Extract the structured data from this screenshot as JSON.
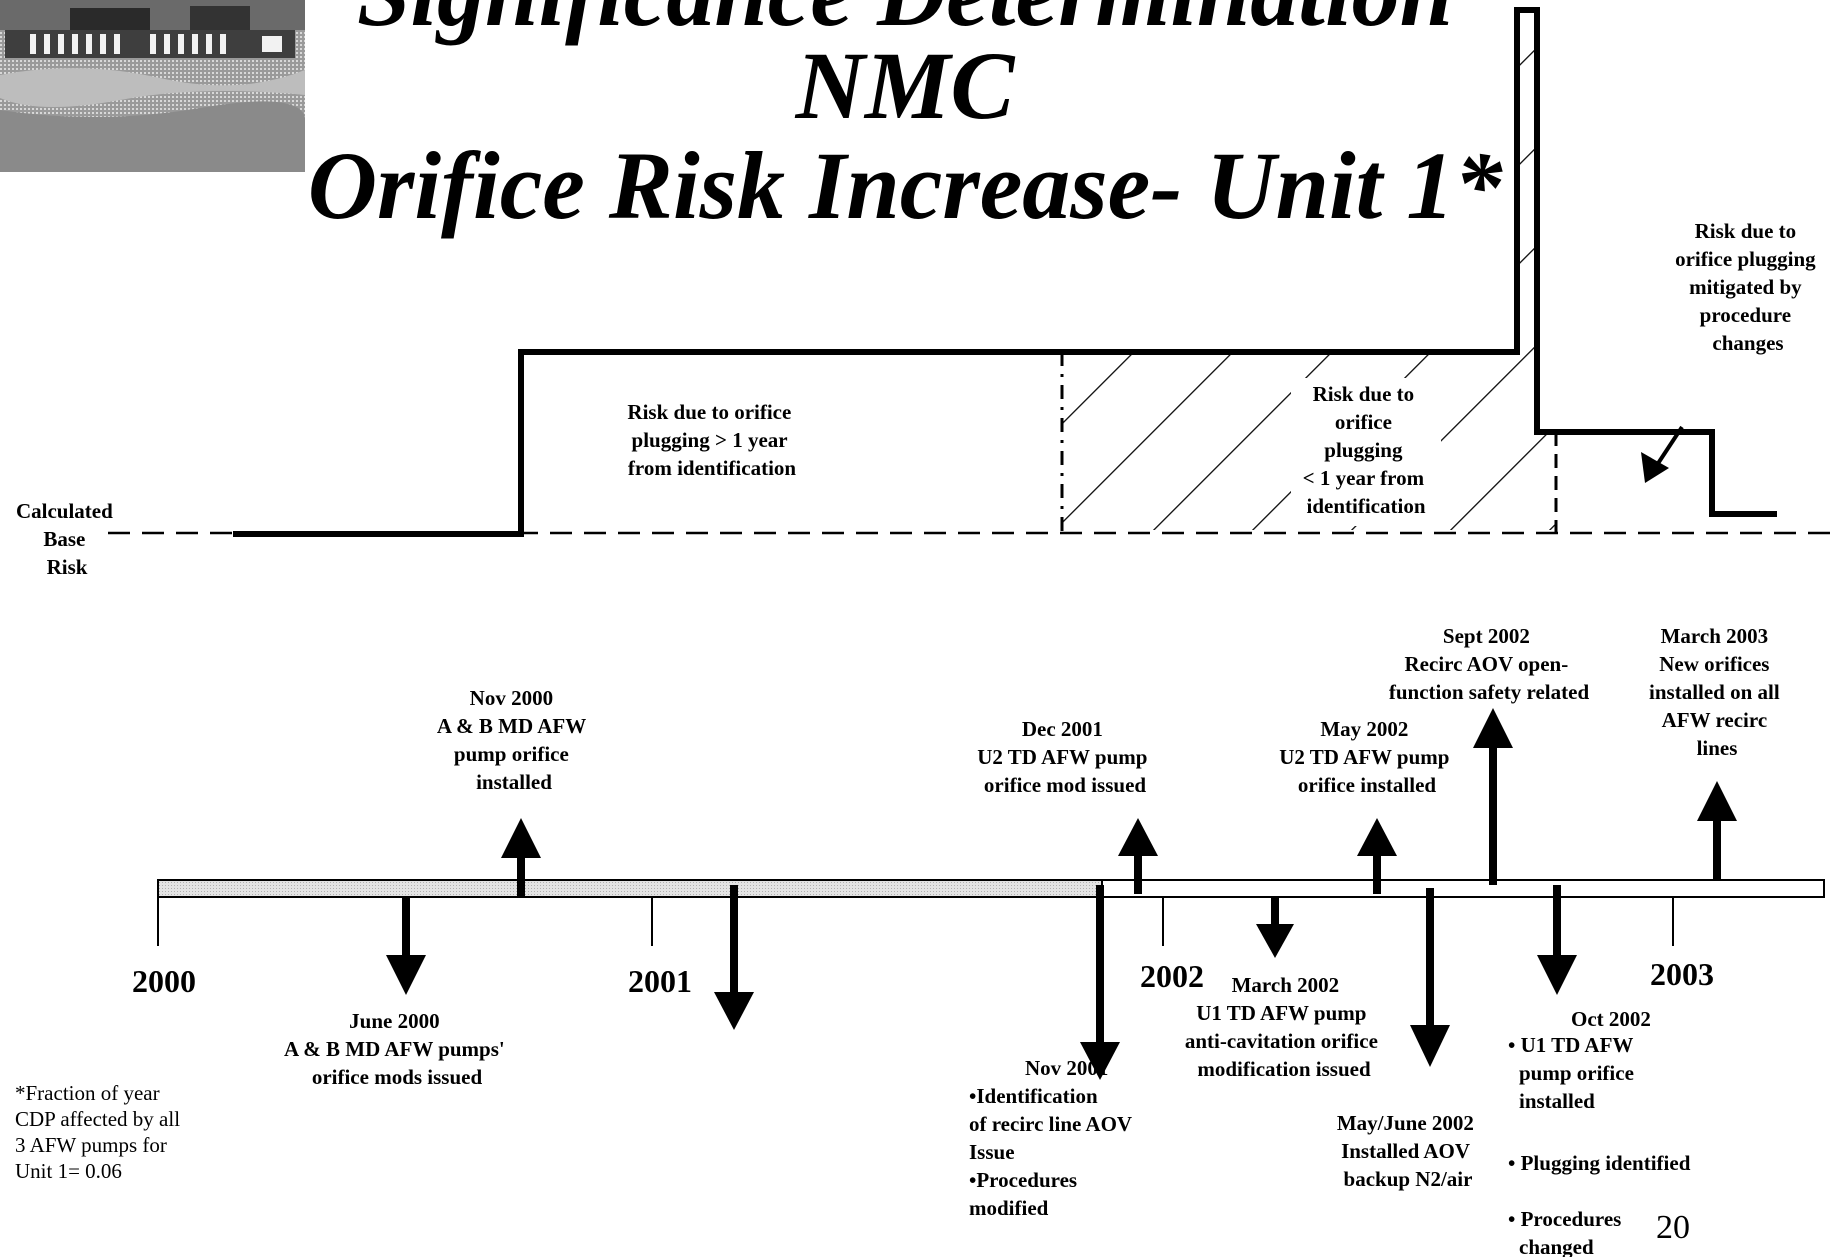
{
  "title": {
    "line1": "Significance Determination",
    "line2": "NMC",
    "line3": "Orifice Risk Increase- Unit 1*"
  },
  "risk_chart": {
    "base_label": [
      "Calculated",
      "Base",
      "Risk"
    ],
    "region_long": [
      "Risk due to orifice",
      "plugging > 1 year",
      "from identification"
    ],
    "region_short": [
      "Risk due to",
      "orifice",
      "plugging",
      "< 1 year from",
      "identification"
    ],
    "mitigated": [
      "Risk due to",
      "orifice plugging",
      "mitigated by",
      "procedure",
      "changes"
    ]
  },
  "timeline": {
    "years": [
      "2000",
      "2001",
      "2002",
      "2003"
    ],
    "events": [
      {
        "lines": [
          "June 2000",
          "A & B MD AFW pumps'",
          "orifice mods issued"
        ]
      },
      {
        "lines": [
          "Nov 2000",
          "A & B MD AFW",
          "pump orifice",
          "installed"
        ]
      },
      {
        "lines": [
          "Nov 2001",
          "•Identification",
          " of recirc line AOV",
          "Issue",
          "•Procedures",
          "modified"
        ]
      },
      {
        "lines": [
          "Dec 2001",
          "U2 TD AFW pump",
          "orifice mod issued"
        ]
      },
      {
        "lines": [
          "March 2002",
          "U1 TD AFW pump",
          "anti-cavitation orifice",
          "modification issued"
        ]
      },
      {
        "lines": [
          "May 2002",
          "U2 TD AFW pump",
          "orifice installed"
        ]
      },
      {
        "lines": [
          "May/June 2002",
          "Installed AOV",
          "backup N2/air"
        ]
      },
      {
        "lines": [
          "Sept 2002",
          "Recirc AOV open-",
          "function safety related"
        ]
      },
      {
        "lines": [
          "Oct 2002",
          "• U1 TD AFW",
          "pump orifice",
          "installed",
          "",
          "• Plugging identified",
          "",
          "• Procedures",
          "changed"
        ]
      },
      {
        "lines": [
          "March 2003",
          "New orifices",
          "installed on all",
          "AFW recirc",
          "lines"
        ]
      }
    ]
  },
  "footnote": [
    "*Fraction of  year",
    "CDP affected by all",
    "3 AFW pumps for",
    "Unit 1= 0.06"
  ],
  "page_number": "20"
}
